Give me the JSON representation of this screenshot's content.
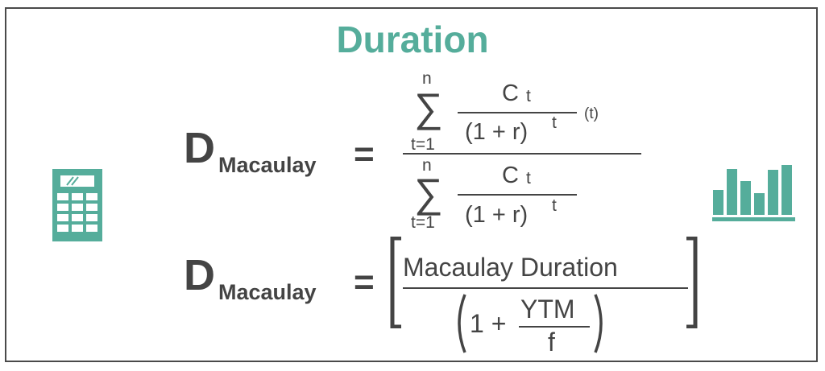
{
  "title": "Duration",
  "colors": {
    "accent": "#55ad9b",
    "text": "#444444",
    "frame": "#4a4a4a"
  },
  "icons": {
    "left": "calculator-icon",
    "right": "bar-chart-icon"
  },
  "formula1": {
    "D": "D",
    "subscript": "Macaulay",
    "equals": "=",
    "numerator": {
      "sum_upper": "n",
      "sum_symbol": "∑",
      "sum_lower": "t=1",
      "frac_num": "C",
      "frac_num_sub": "t",
      "frac_den": "(1 + r)",
      "frac_den_sup": "t",
      "multiplier": "(t)"
    },
    "denominator": {
      "sum_upper": "n",
      "sum_symbol": "∑",
      "sum_lower": "t=1",
      "frac_num": "C",
      "frac_num_sub": "t",
      "frac_den": "(1 + r)",
      "frac_den_sup": "t"
    }
  },
  "formula2": {
    "D": "D",
    "subscript": "Macaulay",
    "equals": "=",
    "numerator": "Macaulay Duration",
    "den_one_plus": "1 +",
    "den_frac_num": "YTM",
    "den_frac_den": "f"
  }
}
